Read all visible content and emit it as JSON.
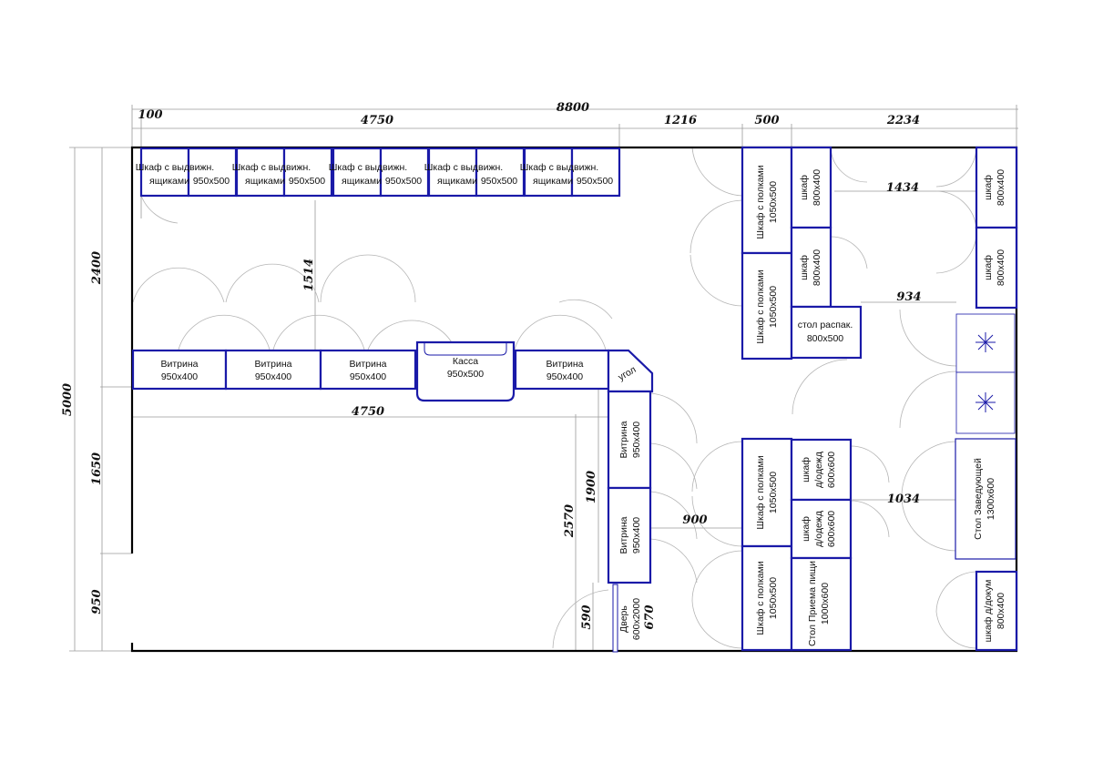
{
  "dimensions": {
    "d100": "100",
    "d8800": "8800",
    "d4750_top": "4750",
    "d1216": "1216",
    "d500": "500",
    "d2234": "2234",
    "d1434": "1434",
    "d1514": "1514",
    "d934": "934",
    "d4750_mid": "4750",
    "d1034": "1034",
    "d900": "900",
    "d1900": "1900",
    "d2570": "2570",
    "d590": "590",
    "d670": "670",
    "d2400": "2400",
    "d5000": "5000",
    "d1650": "1650",
    "d950": "950"
  },
  "labels": {
    "drawer_cabinet": "Шкаф с выдвижн. ящиками 950х500",
    "vitrina": "Витрина 950х400",
    "kassa": "Касса 950х500",
    "corner": "угол",
    "shelf_cabinet": "Шкаф с полками 1050х500",
    "cabinet_small": "шкаф 800х400",
    "packing_table": "стол распак. 800х500",
    "clothes_cabinet": "шкаф д/одежд 600х600",
    "food_table": "Стол Приема пищи 1000х600",
    "manager_table": "Стол Заведующей 1300х600",
    "docs_cabinet": "шкаф д/докум 800х400",
    "door": "Дверь 600х2000"
  },
  "colors": {
    "furniture": "#1a1aa8",
    "walls": "#000000",
    "dimension_lines": "#9a9a9a"
  }
}
